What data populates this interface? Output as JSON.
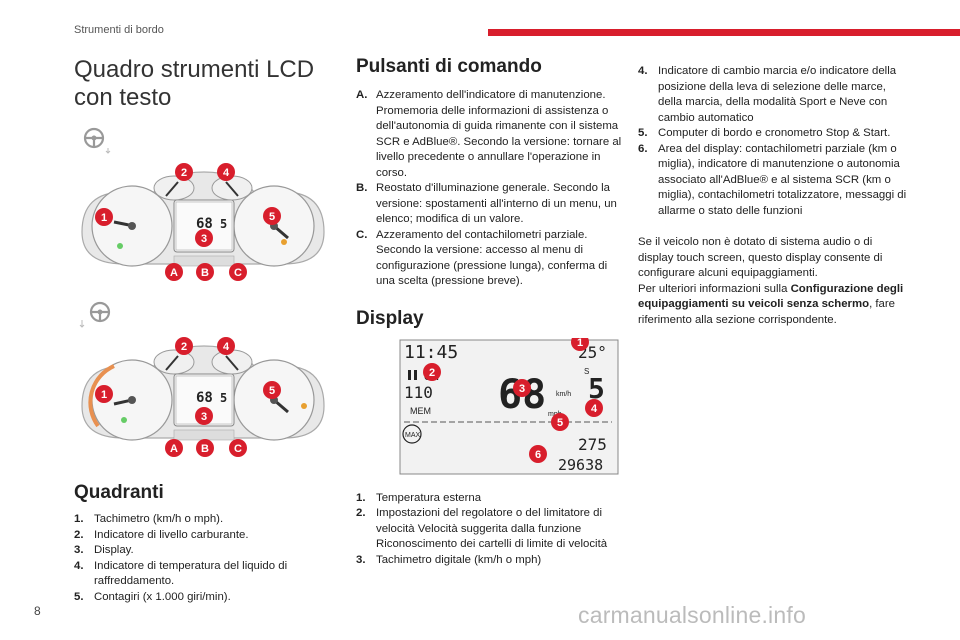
{
  "header": {
    "section": "Strumenti di bordo",
    "page_number": "8",
    "watermark": "carmanualsonline.info",
    "accent": "#d81e2c"
  },
  "col1": {
    "title": "Quadro strumenti LCD con testo",
    "quadranti_title": "Quadranti",
    "items": [
      {
        "k": "1.",
        "t": "Tachimetro (km/h o mph)."
      },
      {
        "k": "2.",
        "t": "Indicatore di livello carburante."
      },
      {
        "k": "3.",
        "t": "Display."
      },
      {
        "k": "4.",
        "t": "Indicatore di temperatura del liquido di raffreddamento."
      },
      {
        "k": "5.",
        "t": "Contagiri (x 1.000 giri/min)."
      }
    ]
  },
  "clusters": {
    "top": {
      "markers": [
        "1",
        "2",
        "3",
        "4",
        "5",
        "A",
        "B",
        "C"
      ],
      "display_speed": "68",
      "display_gear": "5"
    },
    "bottom": {
      "markers": [
        "1",
        "2",
        "3",
        "4",
        "5",
        "A",
        "B",
        "C"
      ],
      "display_speed": "68",
      "display_gear": "5"
    }
  },
  "col2": {
    "title": "Pulsanti di comando",
    "items": [
      {
        "k": "A.",
        "t": "Azzeramento dell'indicatore di manutenzione. Promemoria delle informazioni di assistenza o dell'autonomia di guida rimanente con il sistema SCR e AdBlue®. Secondo la versione: tornare al livello precedente o annullare l'operazione in corso."
      },
      {
        "k": "B.",
        "t": "Reostato d'illuminazione generale. Secondo la versione: spostamenti all'interno di un menu, un elenco; modifica di un valore."
      },
      {
        "k": "C.",
        "t": "Azzeramento del contachilometri parziale. Secondo la versione: accesso al menu di configurazione (pressione lunga), conferma di una scelta (pressione breve)."
      }
    ],
    "display_title": "Display",
    "display_screen": {
      "time": "11:45",
      "temp": "25°",
      "speed": "68",
      "gear": "5",
      "on": "ON",
      "cruise": "110",
      "mem": "MEM",
      "max": "MAX",
      "kmh": "km/h",
      "mph": "mph",
      "range": "275",
      "odo": "29638",
      "s": "S",
      "markers": [
        "1",
        "2",
        "3",
        "4",
        "5",
        "6"
      ]
    },
    "display_items": [
      {
        "k": "1.",
        "t": "Temperatura esterna"
      },
      {
        "k": "2.",
        "t": "Impostazioni del regolatore o del limitatore di velocità Velocità suggerita dalla funzione Riconoscimento dei cartelli di limite di velocità"
      },
      {
        "k": "3.",
        "t": "Tachimetro digitale (km/h o mph)"
      }
    ]
  },
  "col3": {
    "items": [
      {
        "k": "4.",
        "t": "Indicatore di cambio marcia e/o indicatore della posizione della leva di selezione delle marce, della marcia, della modalità Sport e Neve con cambio automatico"
      },
      {
        "k": "5.",
        "t": "Computer di bordo e cronometro Stop & Start."
      },
      {
        "k": "6.",
        "t": "Area del display: contachilometri parziale (km o miglia), indicatore di manutenzione o autonomia associato all'AdBlue® e al sistema SCR (km o miglia), contachilometri totalizzatore, messaggi di allarme o stato delle funzioni"
      }
    ],
    "para1": "Se il veicolo non è dotato di sistema audio o di display touch screen, questo display consente di configurare alcuni equipaggiamenti.",
    "para2_pre": "Per ulteriori informazioni sulla ",
    "para2_bold": "Configurazione degli equipaggiamenti su veicoli senza schermo",
    "para2_post": ", fare riferimento alla sezione corrispondente."
  }
}
